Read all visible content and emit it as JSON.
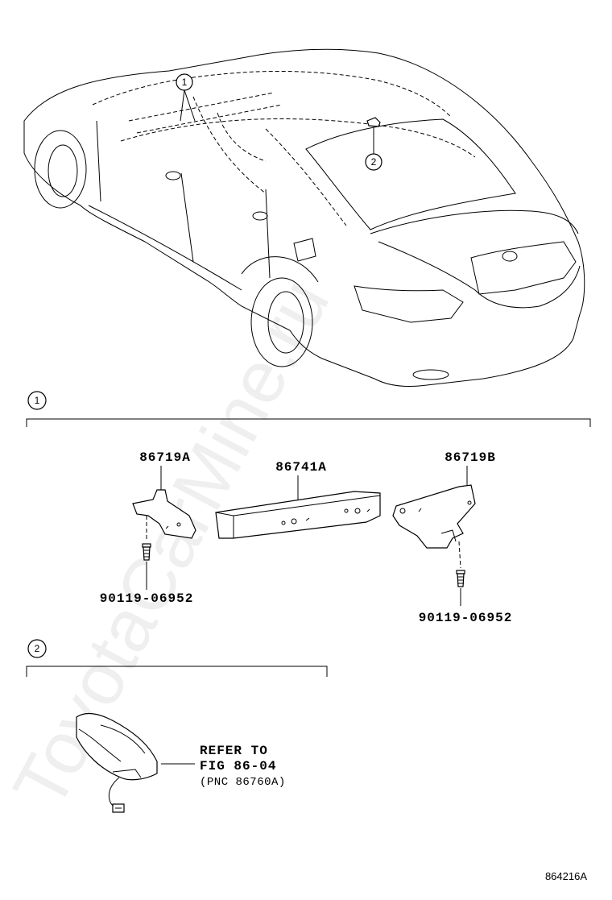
{
  "watermark": "ToyotaCarMine.ru",
  "callouts": {
    "overview_1": "1",
    "overview_2": "2",
    "section_1": "1",
    "section_2": "2"
  },
  "section1": {
    "parts": {
      "bracket_left": "86719A",
      "cover_center": "86741A",
      "bracket_right": "86719B"
    },
    "screws": {
      "left": "90119-06952",
      "right": "90119-06952"
    }
  },
  "section2": {
    "note_line1": "REFER TO",
    "note_line2": "FIG 86-04",
    "note_line3": "(PNC 86760A)"
  },
  "figure_code": "864216A",
  "icons": {
    "car": "sedan-line-drawing",
    "antenna": "shark-fin-antenna"
  }
}
